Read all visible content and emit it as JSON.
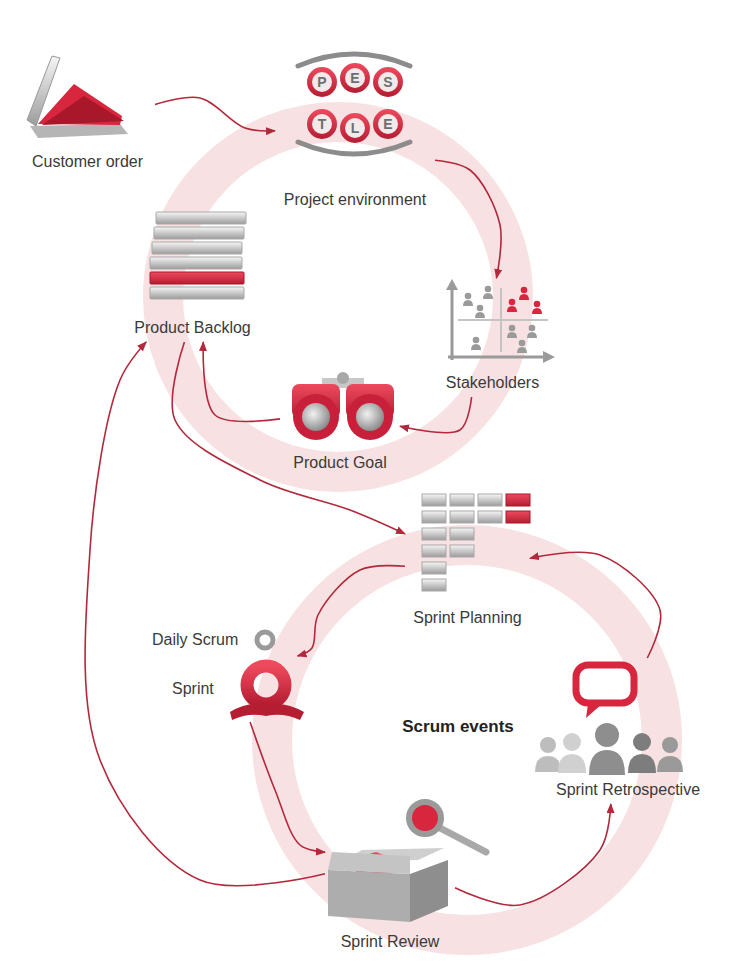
{
  "diagram": {
    "nodes": [
      {
        "text": [
          "Customer order"
        ]
      },
      {
        "text": [
          "Project environment"
        ]
      },
      {
        "text": [
          "Product Backlog"
        ]
      },
      {
        "text": [
          "Stakeholders"
        ]
      },
      {
        "text": [
          "Product Goal"
        ]
      },
      {
        "text": [
          "Sprint Planning"
        ]
      },
      {
        "text": [
          "Daily Scrum"
        ]
      },
      {
        "text": [
          "Sprint"
        ]
      },
      {
        "text": [
          "Sprint Retrospective"
        ]
      },
      {
        "text": [
          "Sprint Review"
        ]
      }
    ],
    "edges": [
      {
        "from": 0,
        "to": 1,
        "arrow": "to"
      },
      {
        "from": 1,
        "to": 3,
        "arrow": "to"
      },
      {
        "from": 3,
        "to": 4,
        "arrow": "to"
      },
      {
        "from": 4,
        "to": 2,
        "arrow": "to"
      },
      {
        "from": 2,
        "to": 5,
        "arrow": "to"
      },
      {
        "from": 5,
        "to": 7,
        "arrow": "to"
      },
      {
        "from": 7,
        "to": 9,
        "arrow": "to"
      },
      {
        "from": 9,
        "to": 8,
        "arrow": "to"
      },
      {
        "from": 8,
        "to": 5,
        "arrow": "to"
      },
      {
        "from": 9,
        "to": 2,
        "arrow": "to"
      }
    ],
    "labels": [
      "P",
      "E",
      "S",
      "T",
      "L",
      "E",
      "Scrum events"
    ]
  }
}
